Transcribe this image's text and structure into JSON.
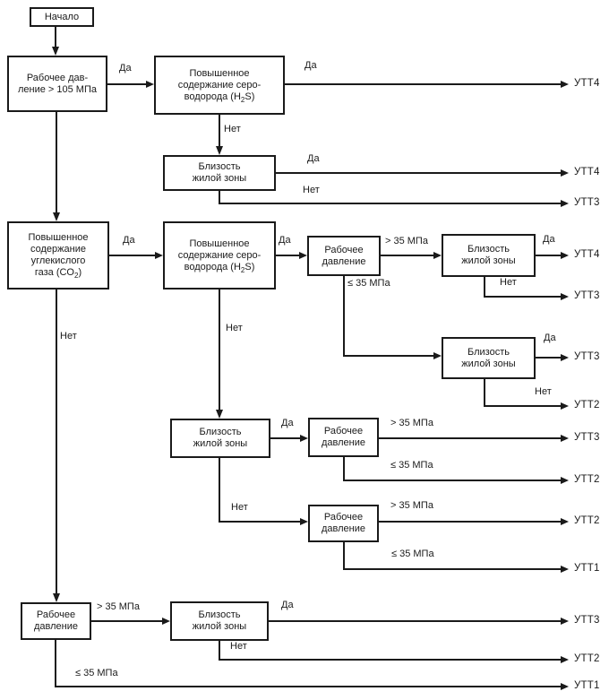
{
  "diagram": {
    "nodes": {
      "start": "Начало",
      "p105": {
        "l1": "Рабочее дав-",
        "l2": "ление > 105 МПа"
      },
      "h2s": {
        "l1": "Повышенное",
        "l2": "содержание серо-",
        "l3a": "водорода (H",
        "sub": "2",
        "l3b": "S)"
      },
      "co2": {
        "l1": "Повышенное",
        "l2": "содержание",
        "l3": "углекислого",
        "l4a": "газа (CO",
        "sub": "2",
        "l4b": ")"
      },
      "prox": {
        "l1": "Близость",
        "l2": "жилой зоны"
      },
      "pres": {
        "l1": "Рабочее",
        "l2": "давление"
      }
    },
    "labels": {
      "yes": "Да",
      "no": "Нет",
      "gt": "> 35 МПа",
      "le": "≤ 35 МПа"
    },
    "terminals": [
      "УТТ4",
      "УТТ4",
      "УТТ3",
      "УТТ4",
      "УТТ3",
      "УТТ3",
      "УТТ2",
      "УТТ3",
      "УТТ2",
      "УТТ2",
      "УТТ1",
      "УТТ3",
      "УТТ2",
      "УТТ1"
    ]
  }
}
